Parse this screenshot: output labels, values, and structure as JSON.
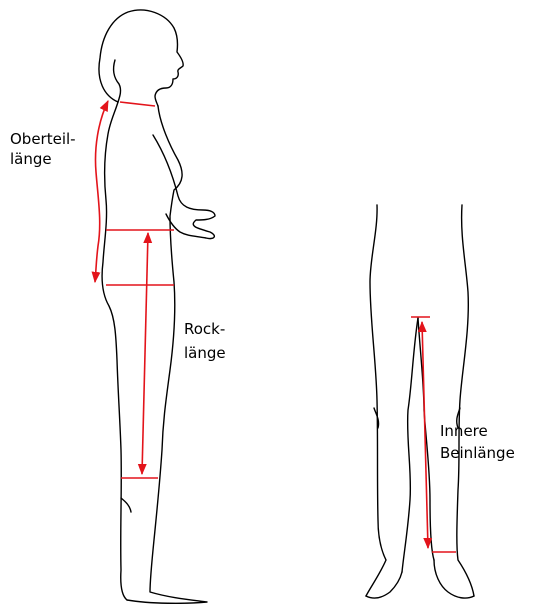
{
  "colors": {
    "measure": "#e3141b",
    "outline": "#000000",
    "background": "#ffffff"
  },
  "labels": {
    "oberteil": [
      "Oberteil-",
      "länge"
    ],
    "rock": [
      "Rock-",
      "länge"
    ],
    "bein": [
      "Innere",
      "Beinlänge"
    ]
  }
}
